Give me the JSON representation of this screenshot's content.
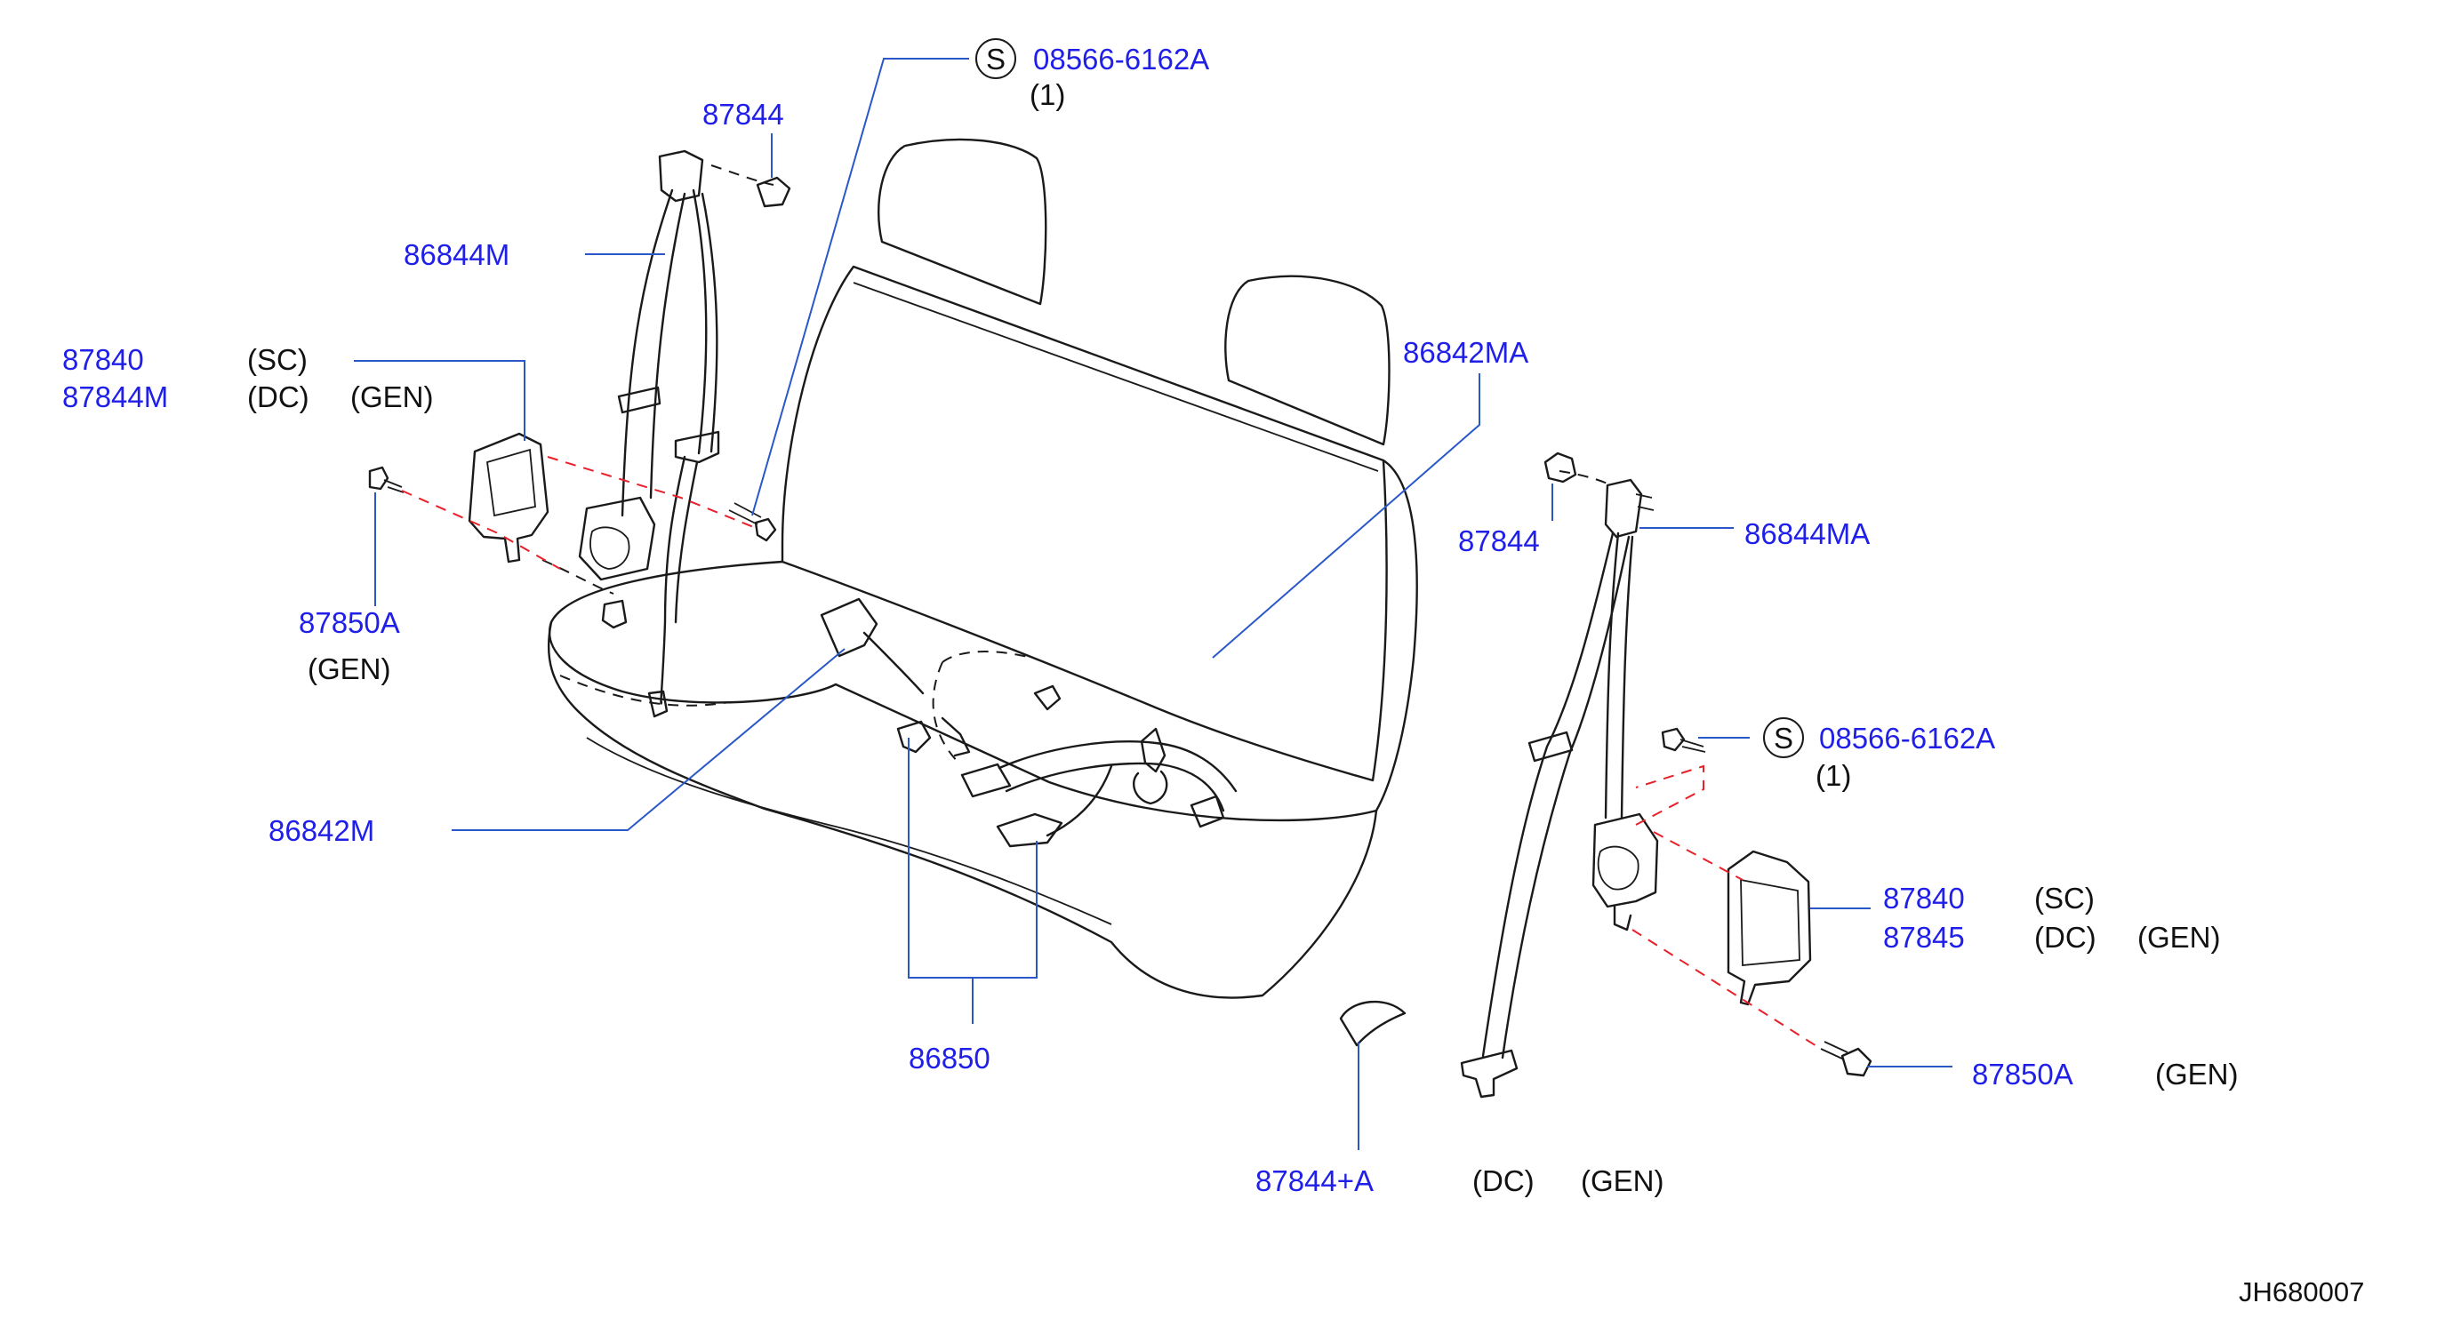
{
  "diagram": {
    "reference_code": "JH680007",
    "callouts": [
      {
        "part": "08566-6162A",
        "qty": "(1)",
        "marker": "S"
      },
      {
        "part": "87844"
      },
      {
        "part": "86844M"
      },
      {
        "part": "87840",
        "note": "(SC)"
      },
      {
        "part": "87844M",
        "note": "(DC)",
        "note2": "(GEN)"
      },
      {
        "part": "87850A"
      },
      {
        "part": "(GEN)"
      },
      {
        "part": "86842M"
      },
      {
        "part": "86850"
      },
      {
        "part": "86842MA"
      },
      {
        "part": "87844"
      },
      {
        "part": "86844MA"
      },
      {
        "part": "08566-6162A",
        "qty": "(1)",
        "marker": "S"
      },
      {
        "part": "87840",
        "note": "(SC)"
      },
      {
        "part": "87845",
        "note": "(DC)",
        "note2": "(GEN)"
      },
      {
        "part": "87850A",
        "note": "(GEN)"
      },
      {
        "part": "87844+A",
        "note": "(DC)",
        "note2": "(GEN)"
      }
    ],
    "colors": {
      "part_number": "#1f1fe8",
      "leader": "#2a58c8",
      "outline": "#1a1a1a",
      "assembly_dash": "#e8202a"
    }
  }
}
